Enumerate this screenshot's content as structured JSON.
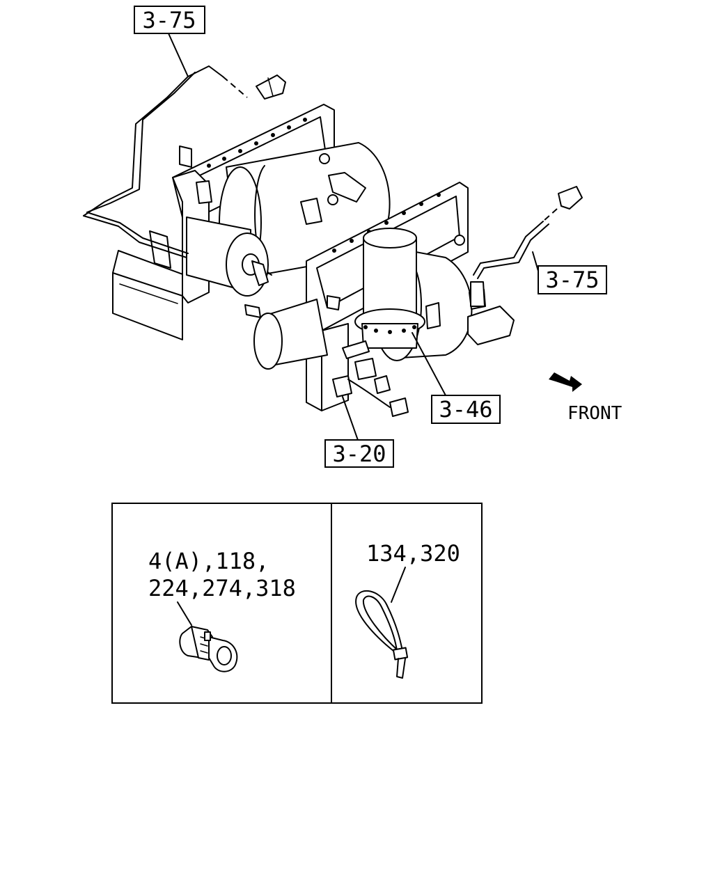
{
  "callouts": {
    "top_left": "3-75",
    "right": "3-75",
    "center": "3-46",
    "bottom": "3-20"
  },
  "direction": {
    "label": "FRONT",
    "icon": "arrow-icon"
  },
  "detail_panels": {
    "clip": {
      "line1": "4(A),118,",
      "line2": "224,274,318",
      "icon": "pipe-clip-icon"
    },
    "band": {
      "line1": "134,320",
      "icon": "cable-tie-icon"
    }
  }
}
